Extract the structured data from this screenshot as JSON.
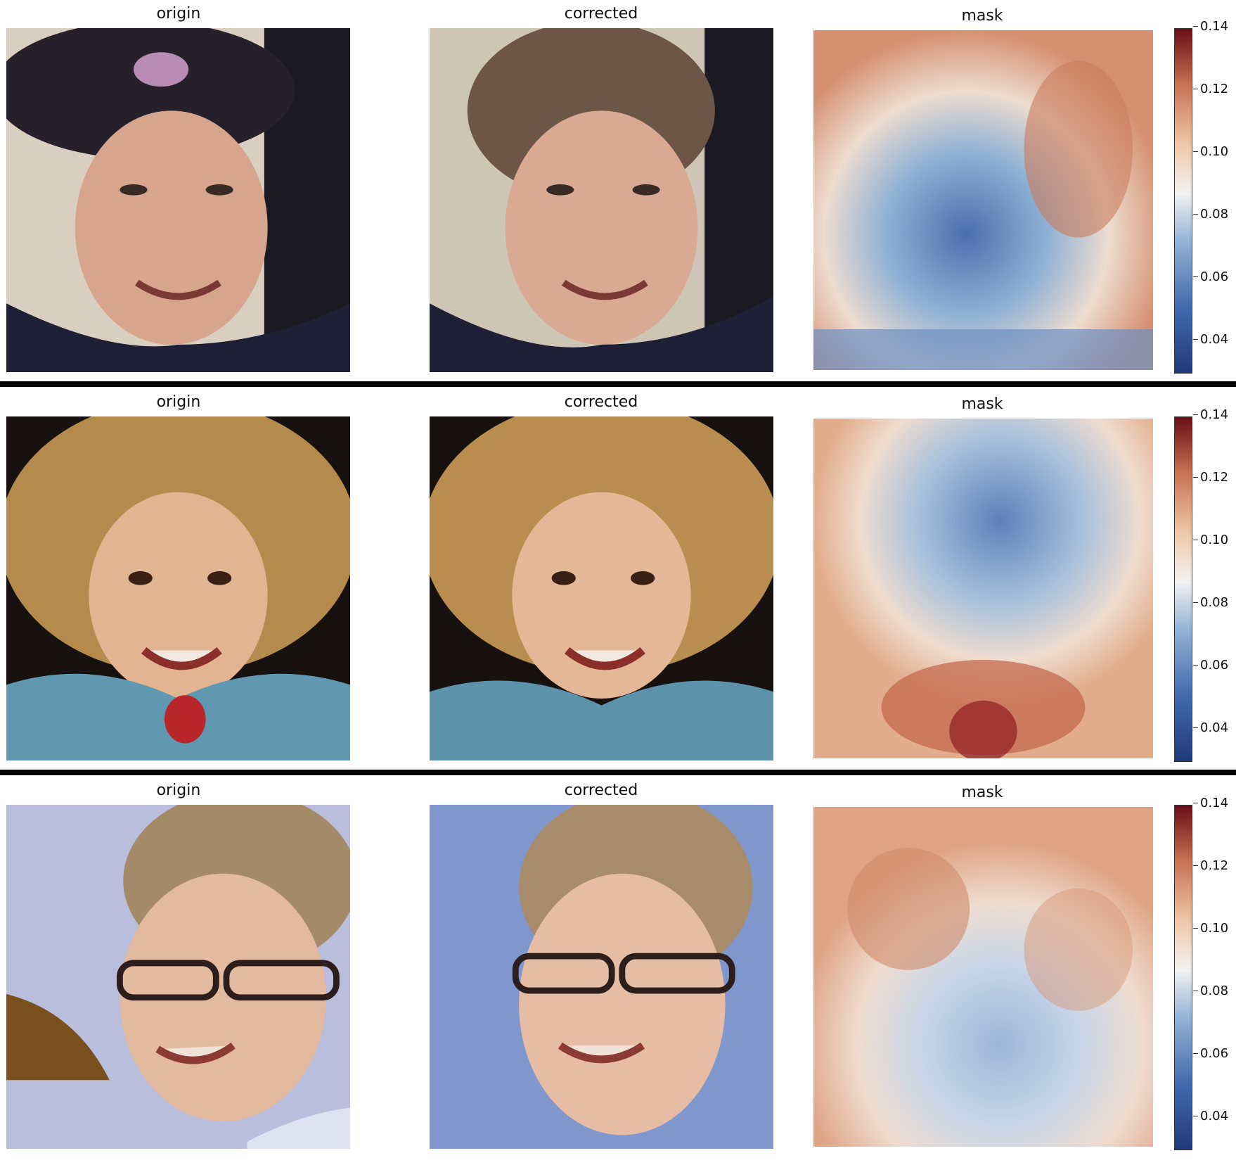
{
  "panel_titles": {
    "origin": "origin",
    "corrected": "corrected",
    "mask": "mask"
  },
  "colorbar": {
    "ticks": [
      "0.14",
      "0.12",
      "0.10",
      "0.08",
      "0.06",
      "0.04"
    ],
    "colors": {
      "low": "#1f3a7a",
      "mid": "#f2f2f2",
      "high": "#6b0e16"
    }
  },
  "rows": [
    {
      "title_origin": "origin",
      "title_corrected": "corrected",
      "title_mask": "mask"
    },
    {
      "title_origin": "origin",
      "title_corrected": "corrected",
      "title_mask": "mask"
    },
    {
      "title_origin": "origin",
      "title_corrected": "corrected",
      "title_mask": "mask"
    }
  ]
}
